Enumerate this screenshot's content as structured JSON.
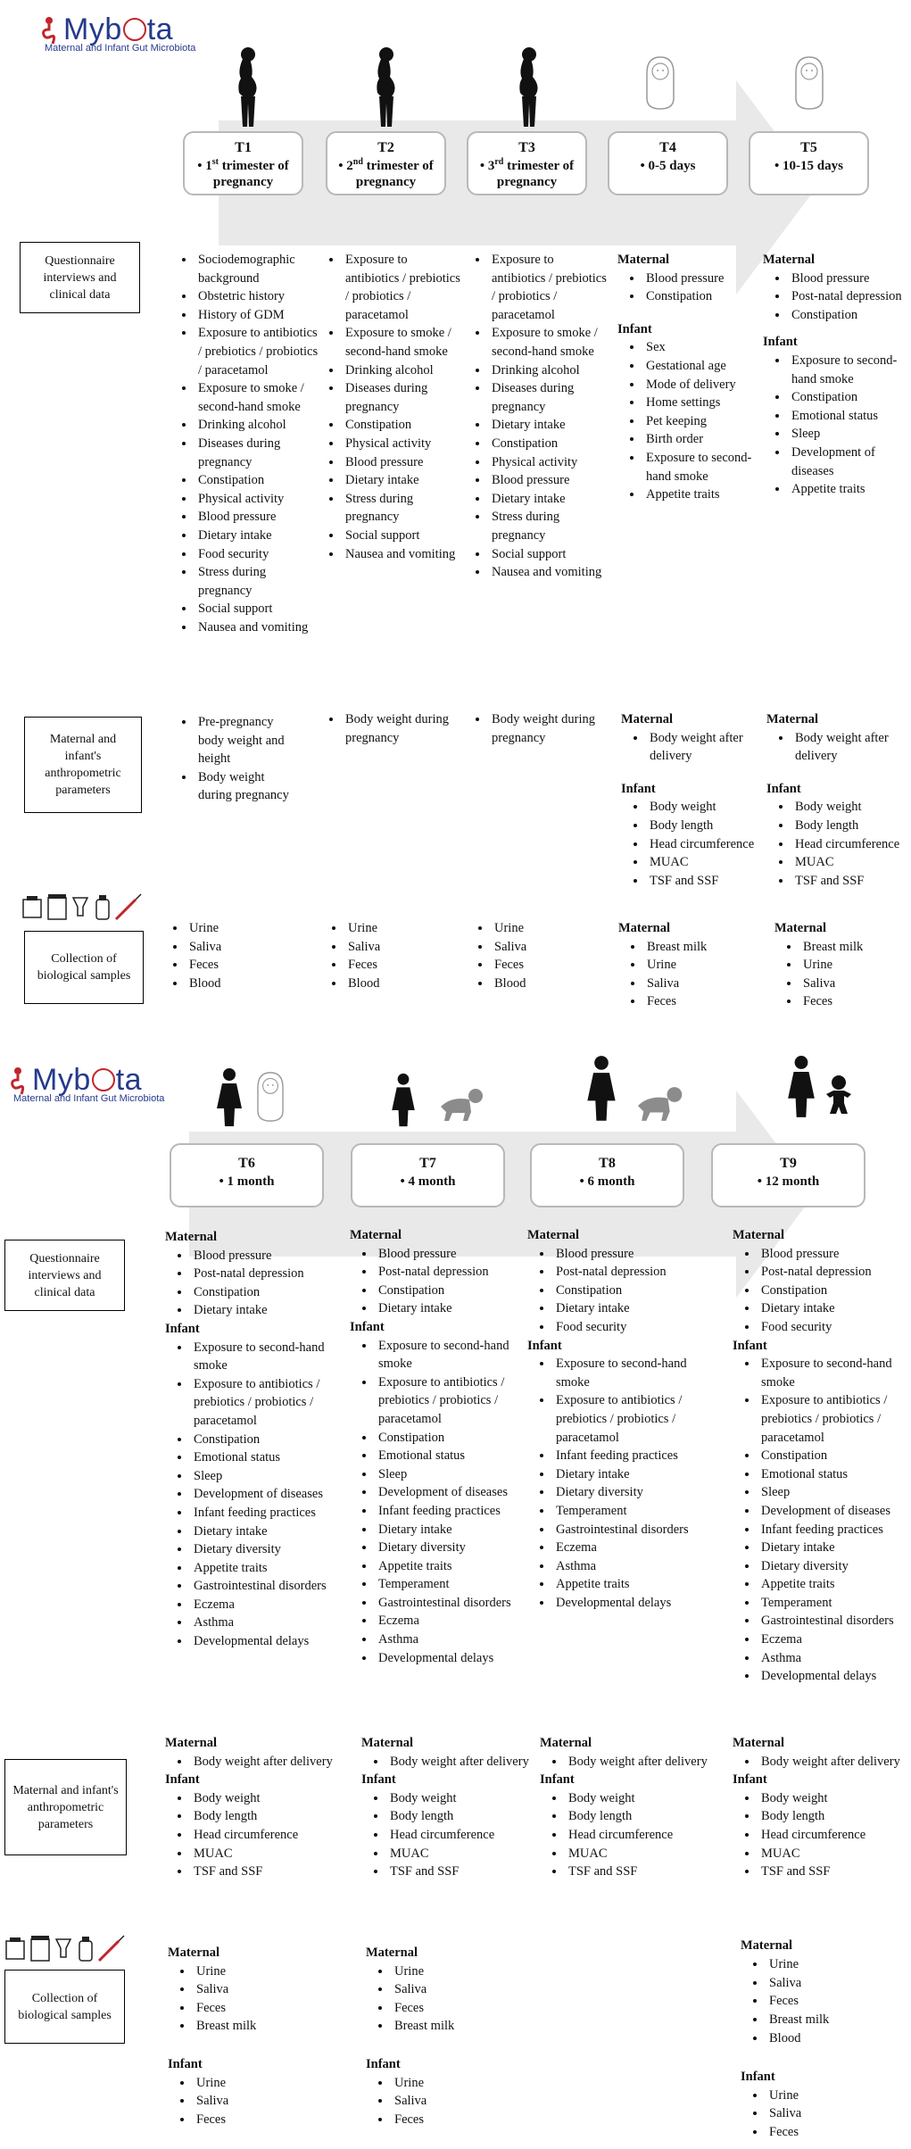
{
  "logo": {
    "name_prefix": "Myb",
    "name_suffix": "ta",
    "subtitle": "Maternal and Infant Gut Microbiota"
  },
  "row_labels": {
    "questionnaire": "Questionnaire interviews and clinical data",
    "anthropometric": "Maternal and infant's anthropometric parameters",
    "samples": "Collection of biological samples"
  },
  "timepoints_top": [
    {
      "id": "T1",
      "desc_num": "1",
      "desc_sup": "st",
      "desc_rest": "trimester of pregnancy"
    },
    {
      "id": "T2",
      "desc_num": "2",
      "desc_sup": "nd",
      "desc_rest": "trimester of pregnancy"
    },
    {
      "id": "T3",
      "desc_num": "3",
      "desc_sup": "rd",
      "desc_rest": "trimester of pregnancy"
    },
    {
      "id": "T4",
      "desc": "• 0-5 days"
    },
    {
      "id": "T5",
      "desc": "• 10-15 days"
    }
  ],
  "timepoints_bottom": [
    {
      "id": "T6",
      "desc": "• 1 month"
    },
    {
      "id": "T7",
      "desc": "• 4 month"
    },
    {
      "id": "T8",
      "desc": "• 6 month"
    },
    {
      "id": "T9",
      "desc": "• 12 month"
    }
  ],
  "headers": {
    "maternal": "Maternal",
    "infant": "Infant"
  },
  "top": {
    "T1": {
      "questionnaire": [
        "Sociodemographic background",
        "Obstetric history",
        "History of GDM",
        "Exposure to antibiotics / prebiotics / probiotics / paracetamol",
        "Exposure to smoke / second-hand smoke",
        "Drinking alcohol",
        "Diseases during pregnancy",
        "Constipation",
        "Physical activity",
        "Blood pressure",
        "Dietary intake",
        "Food security",
        "Stress during pregnancy",
        "Social support",
        "Nausea and vomiting"
      ],
      "anthropometric": [
        "Pre-pregnancy body weight and height",
        "Body weight during pregnancy"
      ],
      "samples": [
        "Urine",
        "Saliva",
        "Feces",
        "Blood"
      ]
    },
    "T2": {
      "questionnaire": [
        "Exposure to antibiotics / prebiotics / probiotics / paracetamol",
        "Exposure to smoke / second-hand smoke",
        "Drinking alcohol",
        "Diseases during pregnancy",
        "Constipation",
        "Physical activity",
        "Blood pressure",
        "Dietary intake",
        "Stress during pregnancy",
        "Social support",
        "Nausea and vomiting"
      ],
      "anthropometric": [
        "Body weight during pregnancy"
      ],
      "samples": [
        "Urine",
        "Saliva",
        "Feces",
        "Blood"
      ]
    },
    "T3": {
      "questionnaire": [
        "Exposure to antibiotics / prebiotics / probiotics / paracetamol",
        "Exposure to smoke / second-hand smoke",
        "Drinking alcohol",
        "Diseases during pregnancy",
        "Dietary intake",
        "Constipation",
        "Physical activity",
        "Blood pressure",
        "Dietary intake",
        "Stress during pregnancy",
        "Social support",
        "Nausea and vomiting"
      ],
      "anthropometric": [
        "Body weight during pregnancy"
      ],
      "samples": [
        "Urine",
        "Saliva",
        "Feces",
        "Blood"
      ]
    },
    "T4": {
      "q_maternal": [
        "Blood pressure",
        "Constipation"
      ],
      "q_infant": [
        "Sex",
        "Gestational age",
        "Mode of delivery",
        "Home settings",
        "Pet keeping",
        "Birth order",
        "Exposure to second-hand smoke",
        "Appetite traits"
      ],
      "a_maternal": [
        "Body weight after delivery"
      ],
      "a_infant": [
        "Body weight",
        "Body length",
        "Head circumference",
        "MUAC",
        "TSF and SSF"
      ],
      "s_maternal": [
        "Breast milk",
        "Urine",
        "Saliva",
        "Feces"
      ]
    },
    "T5": {
      "q_maternal": [
        "Blood pressure",
        "Post-natal depression",
        "Constipation"
      ],
      "q_infant": [
        "Exposure to second-hand smoke",
        "Constipation",
        "Emotional status",
        "Sleep",
        "Development of diseases",
        "Appetite traits"
      ],
      "a_maternal": [
        "Body weight after delivery"
      ],
      "a_infant": [
        "Body weight",
        "Body length",
        "Head circumference",
        "MUAC",
        "TSF and SSF"
      ],
      "s_maternal": [
        "Breast milk",
        "Urine",
        "Saliva",
        "Feces"
      ]
    }
  },
  "bottom": {
    "T6": {
      "q_maternal": [
        "Blood pressure",
        "Post-natal depression",
        "Constipation",
        "Dietary intake"
      ],
      "q_infant": [
        "Exposure to second-hand smoke",
        "Exposure to antibiotics / prebiotics / probiotics / paracetamol",
        "Constipation",
        "Emotional status",
        "Sleep",
        "Development of diseases",
        "Infant feeding practices",
        "Dietary intake",
        "Dietary diversity",
        "Appetite traits",
        "Gastrointestinal disorders",
        "Eczema",
        "Asthma",
        "Developmental delays"
      ],
      "a_maternal": [
        "Body weight after delivery"
      ],
      "a_infant": [
        "Body weight",
        "Body length",
        "Head circumference",
        "MUAC",
        "TSF and SSF"
      ],
      "s_maternal": [
        "Urine",
        "Saliva",
        "Feces",
        "Breast milk"
      ],
      "s_infant": [
        "Urine",
        "Saliva",
        "Feces"
      ]
    },
    "T7": {
      "q_maternal": [
        "Blood pressure",
        "Post-natal depression",
        "Constipation",
        "Dietary intake"
      ],
      "q_infant": [
        "Exposure to second-hand smoke",
        "Exposure to antibiotics / prebiotics / probiotics / paracetamol",
        "Constipation",
        "Emotional status",
        "Sleep",
        "Development of diseases",
        "Infant feeding practices",
        "Dietary intake",
        "Dietary diversity",
        "Appetite traits",
        "Temperament",
        "Gastrointestinal disorders",
        "Eczema",
        "Asthma",
        "Developmental delays"
      ],
      "a_maternal": [
        "Body weight after delivery"
      ],
      "a_infant": [
        "Body weight",
        "Body length",
        "Head circumference",
        "MUAC",
        "TSF and SSF"
      ],
      "s_maternal": [
        "Urine",
        "Saliva",
        "Feces",
        "Breast milk"
      ],
      "s_infant": [
        "Urine",
        "Saliva",
        "Feces"
      ]
    },
    "T8": {
      "q_maternal": [
        "Blood pressure",
        "Post-natal depression",
        "Constipation",
        "Dietary intake",
        "Food security"
      ],
      "q_infant": [
        "Exposure to second-hand smoke",
        "Exposure to antibiotics / prebiotics / probiotics / paracetamol",
        "Infant feeding practices",
        "Dietary intake",
        "Dietary diversity",
        "Temperament",
        "Gastrointestinal disorders",
        "Eczema",
        "Asthma",
        "Appetite traits",
        "Developmental delays"
      ],
      "a_maternal": [
        "Body weight after delivery"
      ],
      "a_infant": [
        "Body weight",
        "Body length",
        "Head circumference",
        "MUAC",
        "TSF and SSF"
      ]
    },
    "T9": {
      "q_maternal": [
        "Blood pressure",
        "Post-natal depression",
        "Constipation",
        "Dietary intake",
        "Food security"
      ],
      "q_infant": [
        "Exposure to second-hand smoke",
        "Exposure to antibiotics / prebiotics / probiotics / paracetamol",
        "Constipation",
        "Emotional status",
        "Sleep",
        "Development of diseases",
        "Infant feeding practices",
        "Dietary intake",
        "Dietary diversity",
        "Appetite traits",
        "Temperament",
        "Gastrointestinal disorders",
        "Eczema",
        "Asthma",
        "Developmental delays"
      ],
      "a_maternal": [
        "Body weight after delivery"
      ],
      "a_infant": [
        "Body weight",
        "Body length",
        "Head circumference",
        "MUAC",
        "TSF and SSF"
      ],
      "s_maternal": [
        "Urine",
        "Saliva",
        "Feces",
        "Breast milk",
        "Blood"
      ],
      "s_infant": [
        "Urine",
        "Saliva",
        "Feces"
      ]
    }
  }
}
